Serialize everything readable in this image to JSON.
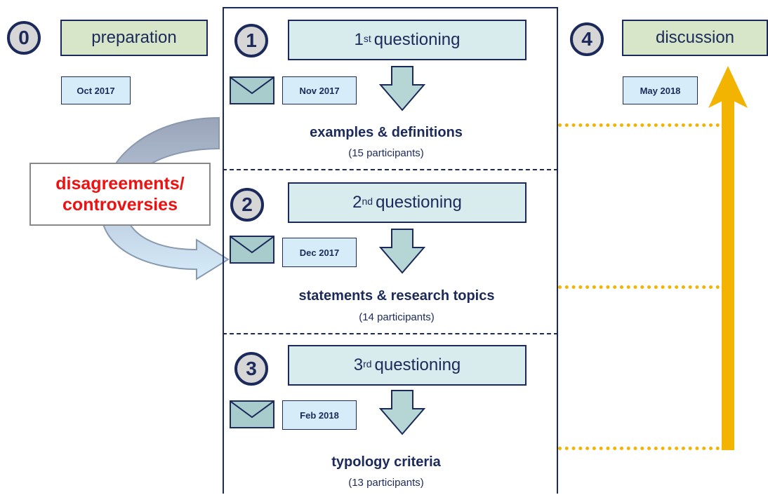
{
  "phases": {
    "prep": {
      "number": "0",
      "label": "preparation",
      "date": "Oct 2017"
    },
    "q1": {
      "number": "1",
      "ordinal": "1",
      "suffix": "st",
      "label": "questioning",
      "date": "Nov 2017",
      "result": "examples & definitions",
      "participants": "(15 participants)"
    },
    "q2": {
      "number": "2",
      "ordinal": "2",
      "suffix": "nd",
      "label": "questioning",
      "date": "Dec 2017",
      "result": "statements & research topics",
      "participants": "(14 participants)"
    },
    "q3": {
      "number": "3",
      "ordinal": "3",
      "suffix": "rd",
      "label": "questioning",
      "date": "Feb 2018",
      "result": "typology criteria",
      "participants": "(13 participants)"
    },
    "disc": {
      "number": "4",
      "label": "discussion",
      "date": "May 2018"
    }
  },
  "feedback": {
    "line1": "disagreements/",
    "line2": "controversies"
  },
  "icons": {
    "mail": "mail-envelope-icon",
    "down_arrow": "down-arrow-icon",
    "curved_arrow": "curved-arrow-icon",
    "up_arrow": "up-arrow-icon"
  },
  "colors": {
    "navy": "#1b2a5a",
    "green_box": "#d7e6c8",
    "question_box": "#d8ecee",
    "date_box": "#d6ecf8",
    "accent_yellow": "#f2b400",
    "controversy_red": "#ee1111",
    "step_circle": "#d6d6d6"
  }
}
